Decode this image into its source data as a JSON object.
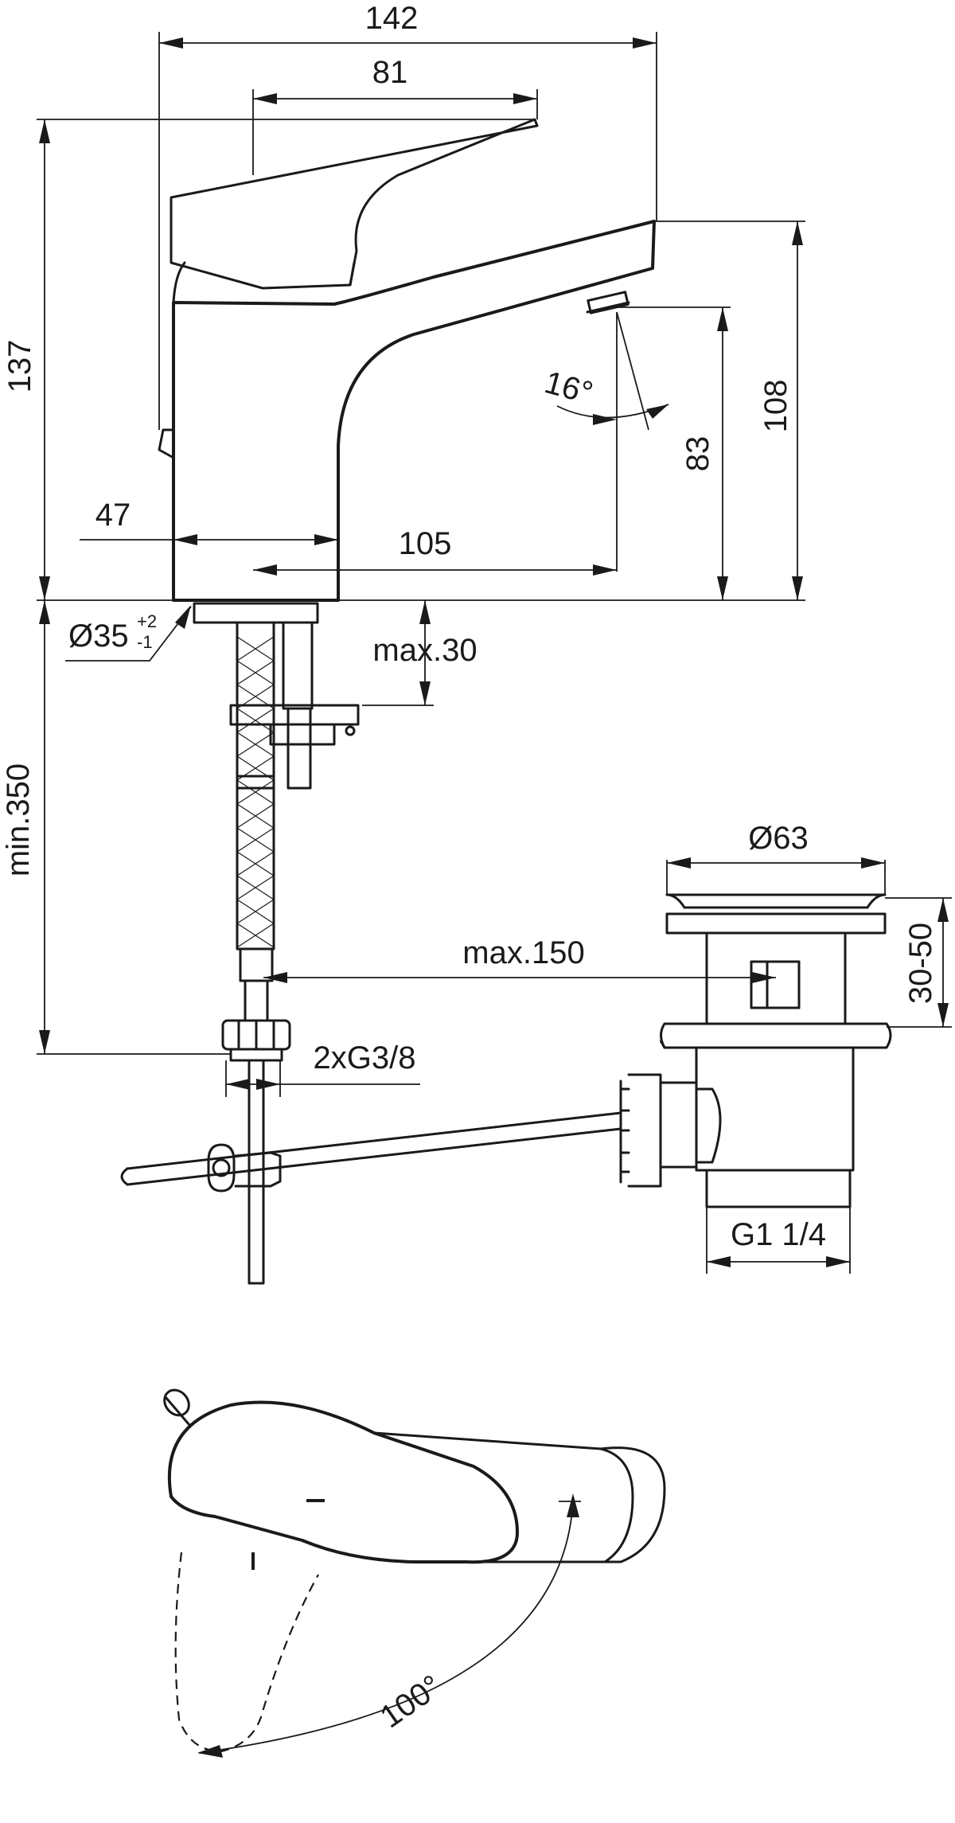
{
  "dimensions": {
    "width_total": "142",
    "lever_length": "81",
    "height_total": "137",
    "spout_height": "108",
    "outlet_height": "83",
    "spout_angle": "16°",
    "body_offset": "47",
    "spout_reach": "105",
    "hole_diameter": "Ø35",
    "hole_tol_plus": "+2",
    "hole_tol_minus": "-1",
    "deck_thickness": "max.30",
    "hose_length": "min.350",
    "waste_diameter": "Ø63",
    "waste_range": "30-50",
    "rod_length": "max.150",
    "connection": "2xG3/8",
    "waste_thread": "G1 1/4",
    "rotation_angle": "100°"
  }
}
